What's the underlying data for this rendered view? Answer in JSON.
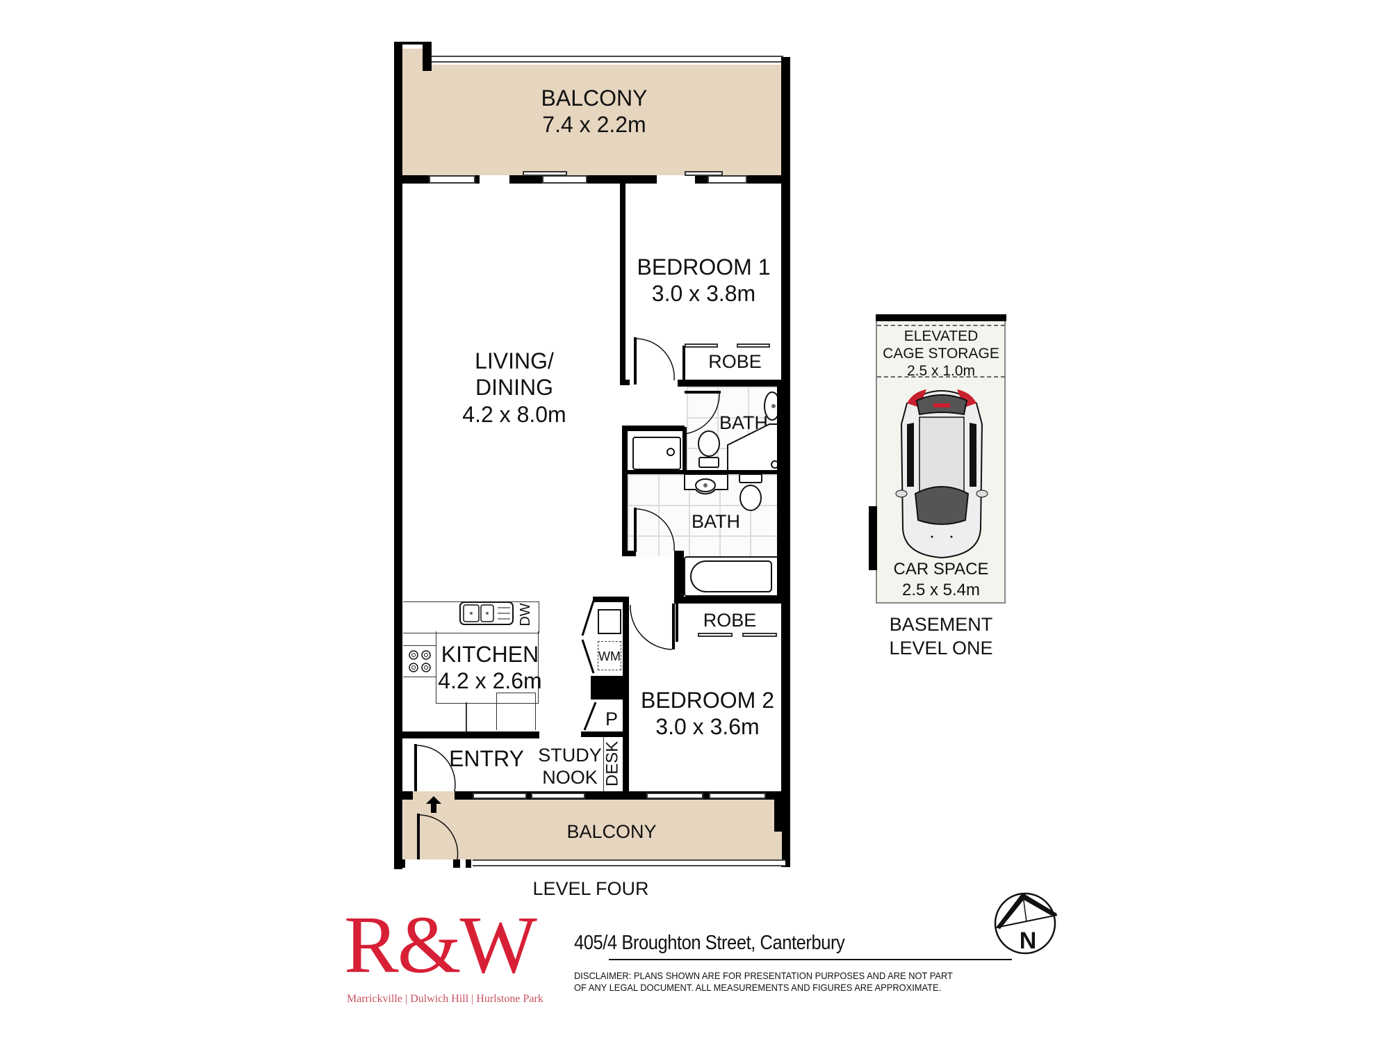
{
  "plan": {
    "level_label": "LEVEL FOUR",
    "rooms": {
      "balcony_top": {
        "name": "BALCONY",
        "size": "7.4 x 2.2m"
      },
      "bedroom1": {
        "name": "BEDROOM 1",
        "size": "3.0 x 3.8m"
      },
      "robe1": {
        "name": "ROBE"
      },
      "living": {
        "name_line1": "LIVING/",
        "name_line2": "DINING",
        "size": "4.2 x 8.0m"
      },
      "ensuite": {
        "name": "BATH"
      },
      "bath": {
        "name": "BATH"
      },
      "robe2": {
        "name": "ROBE"
      },
      "kitchen": {
        "name": "KITCHEN",
        "size": "4.2 x 2.6m",
        "dishwasher": "DW"
      },
      "laundry": {
        "washing_machine": "WM"
      },
      "pantry": {
        "name": "P"
      },
      "bedroom2": {
        "name": "BEDROOM 2",
        "size": "3.0 x 3.6m"
      },
      "entry": {
        "name": "ENTRY"
      },
      "study": {
        "name_line1": "STUDY",
        "name_line2": "NOOK",
        "desk": "DESK"
      },
      "balcony_bottom": {
        "name": "BALCONY"
      }
    }
  },
  "basement": {
    "level_line1": "BASEMENT",
    "level_line2": "LEVEL ONE",
    "storage_line1": "ELEVATED",
    "storage_line2": "CAGE STORAGE",
    "storage_size": "2.5 x 1.0m",
    "car_name": "CAR SPACE",
    "car_size": "2.5 x 5.4m"
  },
  "footer": {
    "logo": "R&W",
    "logo_tagline": "Marrickville | Dulwich Hill | Hurlstone Park",
    "address": "405/4 Broughton Street, Canterbury",
    "disclaimer_line1": "DISCLAIMER:  PLANS SHOWN ARE FOR PRESENTATION PURPOSES AND ARE NOT PART",
    "disclaimer_line2": "OF ANY LEGAL DOCUMENT. ALL MEASUREMENTS AND FIGURES ARE APPROXIMATE.",
    "north_label": "N"
  },
  "colors": {
    "balcony_fill": "#e6d5bf",
    "basement_fill": "#f4f4ee",
    "brand_red": "#d71f35",
    "wall": "#000000"
  }
}
